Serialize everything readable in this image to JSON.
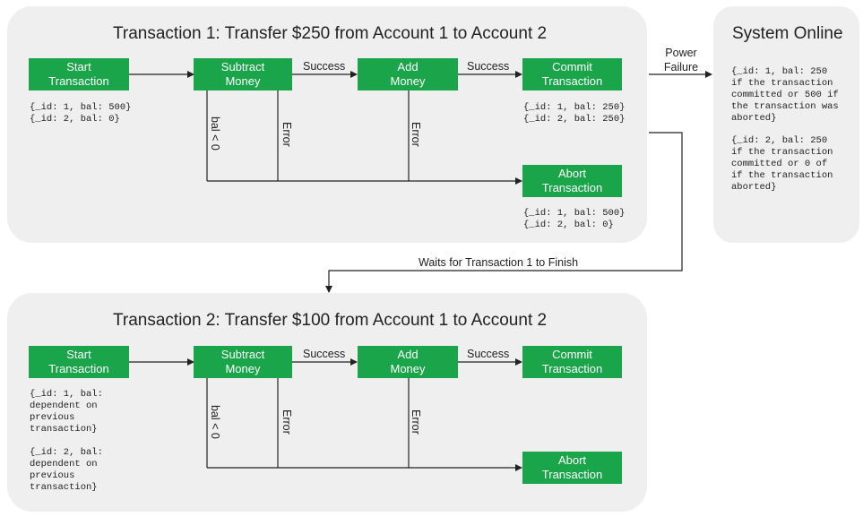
{
  "transaction1": {
    "title": "Transaction 1: Transfer $250 from Account 1 to Account 2",
    "start": "Start\nTransaction",
    "subtract": "Subtract\nMoney",
    "add": "Add\nMoney",
    "commit": "Commit\nTransaction",
    "abort": "Abort\nTransaction",
    "start_state": "{_id: 1, bal: 500}\n{_id: 2, bal: 0}",
    "commit_state": "{_id: 1, bal: 250}\n{_id: 2, bal: 250}",
    "abort_state": "{_id: 1, bal: 500}\n{_id: 2, bal: 0}",
    "success1": "Success",
    "success2": "Success",
    "bal_lt_0": "bal < 0",
    "error1": "Error",
    "error2": "Error"
  },
  "transaction2": {
    "title": "Transaction 2: Transfer $100 from Account 1 to Account 2",
    "start": "Start\nTransaction",
    "subtract": "Subtract\nMoney",
    "add": "Add\nMoney",
    "commit": "Commit\nTransaction",
    "abort": "Abort\nTransaction",
    "start_state_1": "{_id: 1, bal:\ndependent on\nprevious\ntransaction}",
    "start_state_2": "{_id: 2, bal:\ndependent on\nprevious\ntransaction}",
    "success1": "Success",
    "success2": "Success",
    "bal_lt_0": "bal < 0",
    "error1": "Error",
    "error2": "Error"
  },
  "system": {
    "title": "System Online",
    "state_1": "{_id: 1, bal: 250\nif the transaction\ncommitted or 500 if\nthe transaction was\naborted}",
    "state_2": "{_id: 2, bal: 250\nif the transaction\ncommitted or 0 of\nif the transaction\naborted}"
  },
  "power_failure": "Power\nFailure",
  "waits_label": "Waits for Transaction 1 to Finish",
  "colors": {
    "box": "#1aa54a",
    "panel": "#efefef",
    "line": "#222222"
  }
}
